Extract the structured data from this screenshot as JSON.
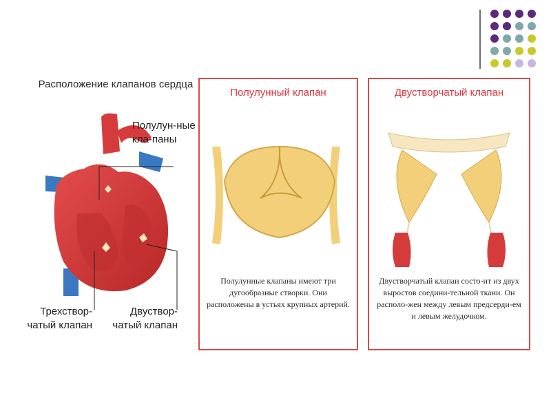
{
  "slide": {
    "title": "Расположение клапанов сердца"
  },
  "heart_labels": {
    "semilunar": "Полулун-ные кла-паны",
    "tricuspid": "Трехствор-чатый клапан",
    "bicuspid": "Двуствор-чатый клапан"
  },
  "panels": [
    {
      "title": "Полулунный клапан",
      "description": "Полулунные клапаны имеют три дугообразные створки. Они расположены в устьях крупных артерий."
    },
    {
      "title": "Двустворчатый клапан",
      "description": "Двустворчатый клапан состо-ит из двух выростов соедини-тельной ткани. Он располо-жен между левым предсерди-ем и левым желудочком."
    }
  ],
  "colors": {
    "panel_border": "#d84a4a",
    "panel_title": "#e0343b",
    "heart_red": "#d63b3b",
    "vessel_blue": "#3a78c2",
    "valve_yellow": "#f3cf7a",
    "dot_purple": "#5b2a7a",
    "dot_teal": "#7fa8a8",
    "dot_olive": "#c9c92a",
    "dot_lavender": "#c7b7e0"
  }
}
